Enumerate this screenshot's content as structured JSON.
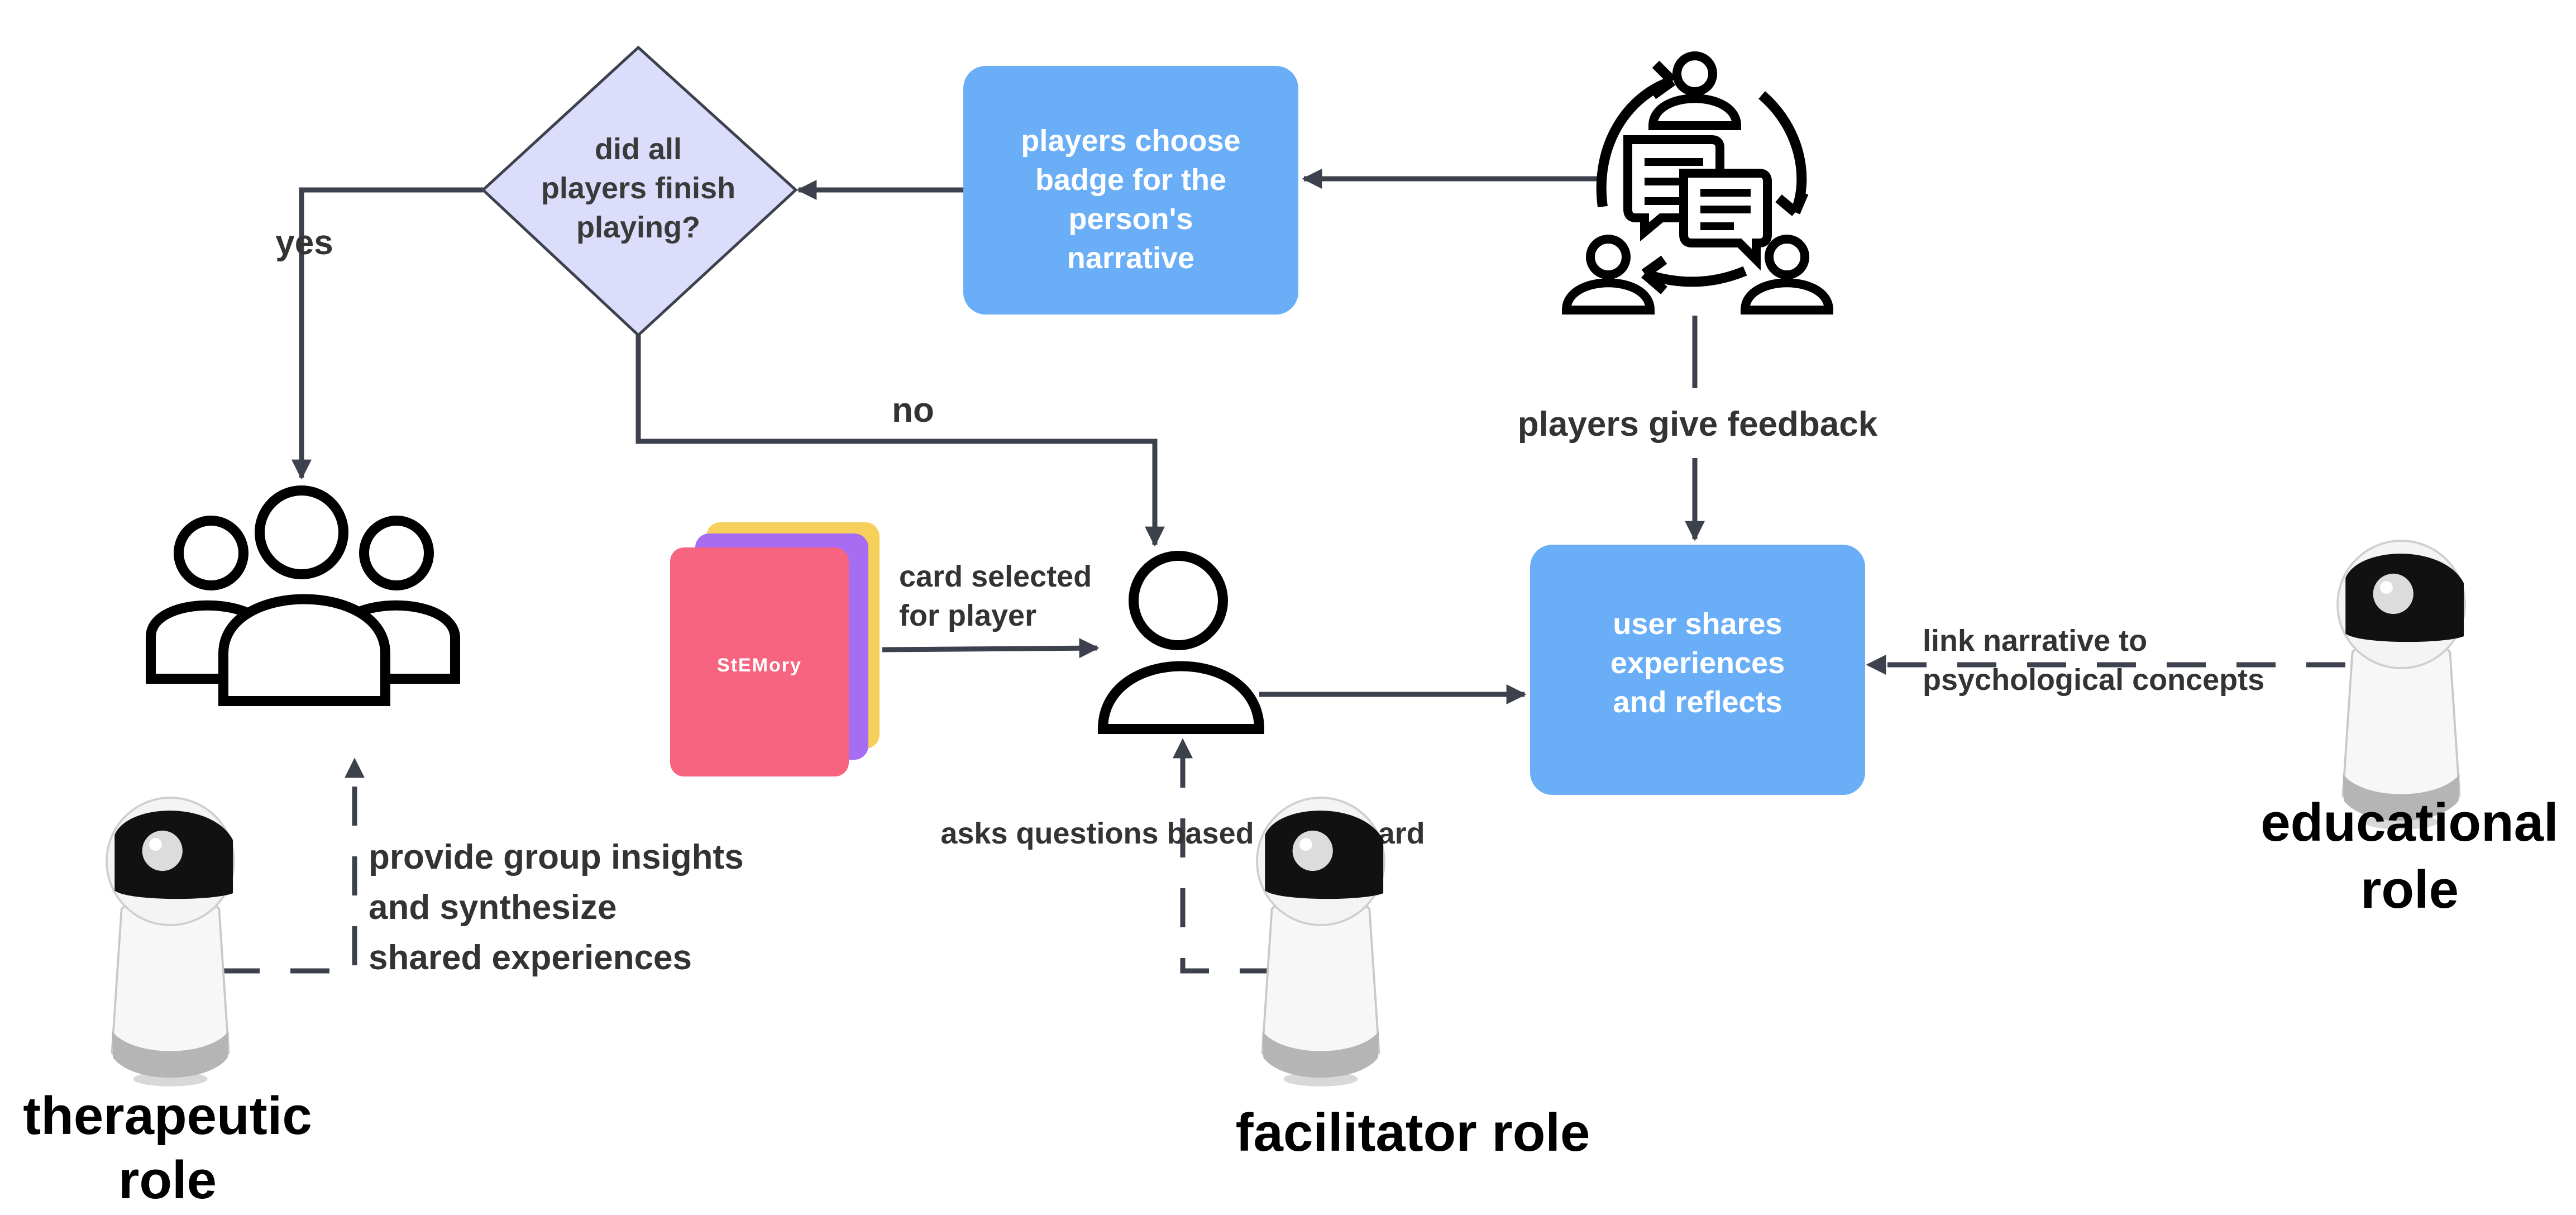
{
  "decision": {
    "lines": [
      "did all",
      "players finish",
      "playing?"
    ]
  },
  "boxes": {
    "badge": {
      "lines": [
        "players choose",
        "badge for the",
        "person's",
        "narrative"
      ]
    },
    "share": {
      "lines": [
        "user shares",
        "experiences",
        "and reflects"
      ]
    }
  },
  "edges": {
    "yes": "yes",
    "no": "no",
    "feedback": "players give feedback",
    "card_selected": [
      "card selected",
      "for player"
    ],
    "asks": "asks questions based on the card",
    "link": [
      "link narrative to",
      "psychological concepts"
    ],
    "insights": [
      "provide group insights",
      "and synthesize",
      "shared experiences"
    ]
  },
  "card": {
    "label": "StEMory"
  },
  "roles": {
    "therapeutic": [
      "therapeutic",
      "role"
    ],
    "facilitator": "facilitator role",
    "educational": [
      "educational",
      "role"
    ]
  },
  "icons": [
    "group-icon",
    "player-icon",
    "discussion-icon",
    "robot-icon"
  ],
  "colors": {
    "box_blue": "#6aaef7",
    "diamond_fill": "#dcdcfb",
    "card_pink": "#f7647f",
    "card_purple": "#a66cf2",
    "card_yellow": "#f7d05b",
    "arrow": "#3d414d"
  }
}
